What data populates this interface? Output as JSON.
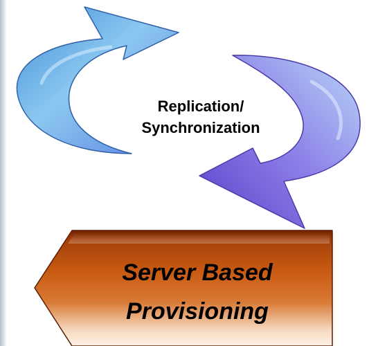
{
  "cycle": {
    "line1": "Replication/",
    "line2": "Synchronization",
    "colors": {
      "arrow_light": "#9fd2f4",
      "arrow_mid": "#5f8ee0",
      "arrow_dark": "#6b5ed8"
    },
    "icon": "circular-arrows-icon"
  },
  "provisioning": {
    "line1": "Server Based",
    "line2": "Provisioning",
    "colors": {
      "shape_dark": "#7a2a00",
      "shape_mid": "#c9580f",
      "shape_light": "#fbe3cf"
    },
    "icon": "left-arrow-icon"
  }
}
